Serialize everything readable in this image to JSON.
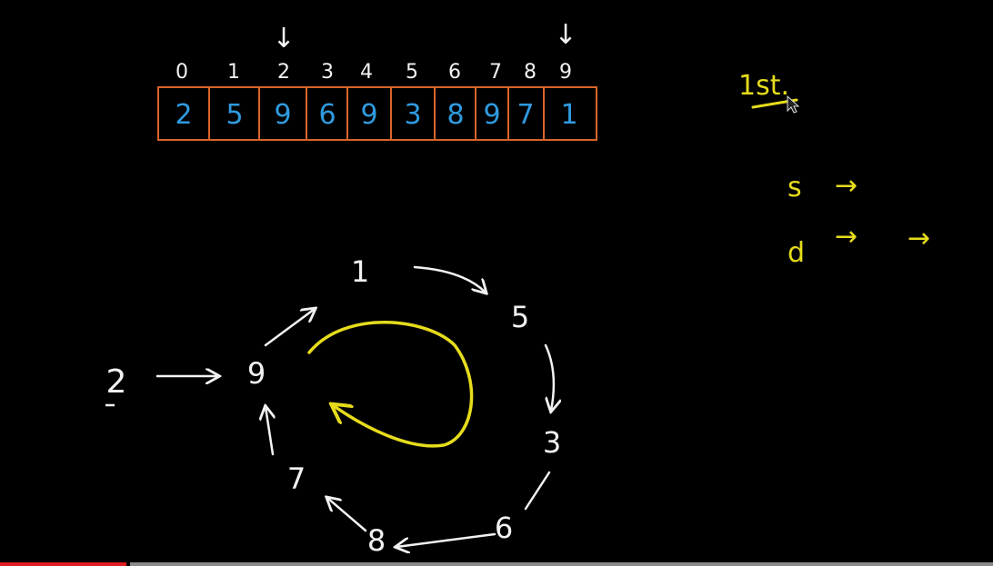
{
  "colors": {
    "background": "#000000",
    "array_border": "#d9652a",
    "array_values": "#2f9be0",
    "chalk": "#f2f2f2",
    "highlight": "#e6dc1c",
    "progress_played": "#e01b22",
    "progress_track": "#8a8a8a"
  },
  "array": {
    "indices": [
      "0",
      "1",
      "2",
      "3",
      "4",
      "5",
      "6",
      "7",
      "8",
      "9"
    ],
    "values": [
      "2",
      "5",
      "9",
      "6",
      "9",
      "3",
      "8",
      "9",
      "7",
      "1"
    ]
  },
  "pointer_marks": [
    "↓",
    "↓"
  ],
  "side_notes": {
    "heading": "1st.",
    "row1_symbol": "s",
    "row2_symbol": "d",
    "arrow": "→"
  },
  "graph": {
    "start_node": "2",
    "cycle_nodes": [
      "9",
      "1",
      "5",
      "3",
      "6",
      "8",
      "7"
    ]
  },
  "video": {
    "progress_fraction": 0.127
  }
}
